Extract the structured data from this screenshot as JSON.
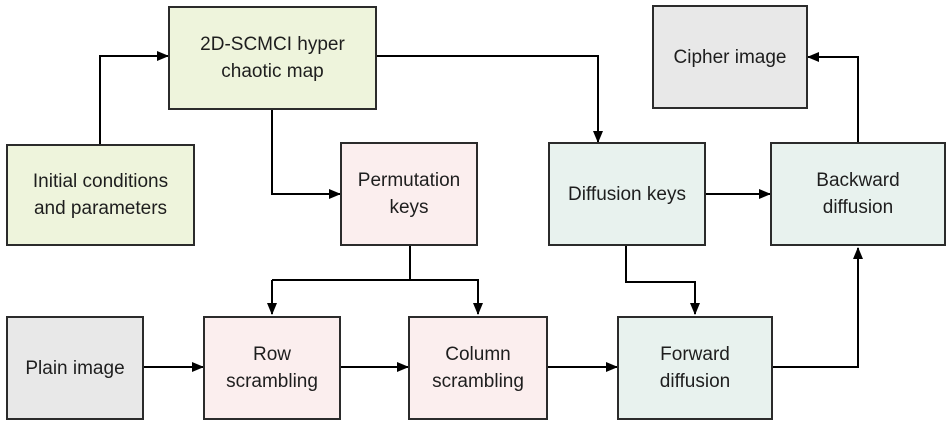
{
  "nodes": {
    "chaotic_map": "2D-SCMCI hyper\nchaotic map",
    "initial_conditions": "Initial conditions\nand parameters",
    "permutation_keys": "Permutation\nkeys",
    "diffusion_keys": "Diffusion keys",
    "cipher_image": "Cipher image",
    "backward_diffusion": "Backward\ndiffusion",
    "plain_image": "Plain image",
    "row_scrambling": "Row\nscrambling",
    "column_scrambling": "Column\nscrambling",
    "forward_diffusion": "Forward\ndiffusion"
  },
  "colors": {
    "key_generation": "#eef4dc",
    "permutation": "#fbeeee",
    "diffusion": "#e8f2ee",
    "image": "#e8e8e8",
    "border": "#2b2b2b",
    "arrow": "#000000"
  }
}
